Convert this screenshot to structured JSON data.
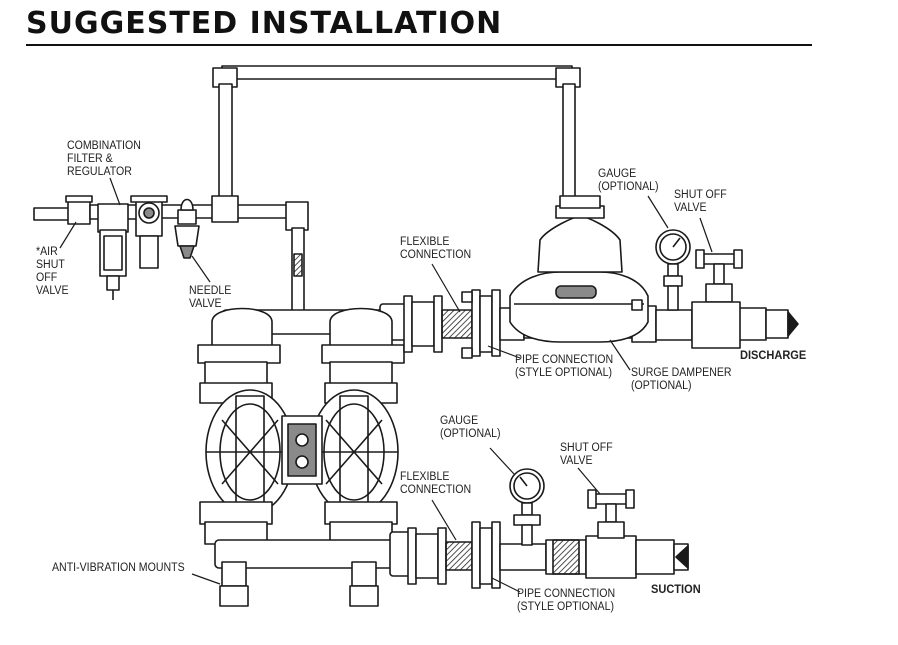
{
  "title": "SUGGESTED INSTALLATION",
  "labels": {
    "combination_filter": "COMBINATION\nFILTER &\nREGULATOR",
    "air_shut_off": "*AIR\nSHUT\nOFF\nVALVE",
    "needle_valve": "NEEDLE\nVALVE",
    "flexible_connection_top": "FLEXIBLE\nCONNECTION",
    "gauge_top": "GAUGE\n(OPTIONAL)",
    "shut_off_valve_top": "SHUT OFF\nVALVE",
    "pipe_connection_top": "PIPE CONNECTION\n(STYLE OPTIONAL)",
    "surge_dampener": "SURGE DAMPENER\n(OPTIONAL)",
    "discharge": "DISCHARGE",
    "gauge_bottom": "GAUGE\n(OPTIONAL)",
    "shut_off_valve_bottom": "SHUT OFF\nVALVE",
    "flexible_connection_bottom": "FLEXIBLE\nCONNECTION",
    "anti_vibration": "ANTI-VIBRATION MOUNTS",
    "pipe_connection_bottom": "PIPE CONNECTION\n(STYLE OPTIONAL)",
    "suction": "SUCTION"
  },
  "colors": {
    "line": "#1a1a1a",
    "fill": "#ffffff",
    "shade": "#8a8a8a"
  }
}
